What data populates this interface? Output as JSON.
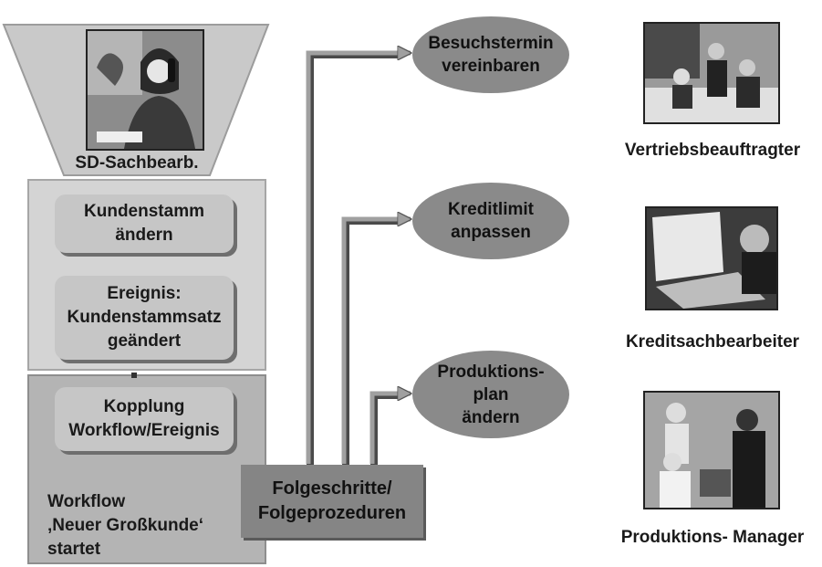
{
  "left_column": {
    "role_label": "SD-Sachbearb.",
    "box_kundenstamm": "Kundenstamm\nändern",
    "box_ereignis": "Ereignis:\nKundenstammsatz\ngeändert",
    "box_kopplung": "Kopplung\nWorkflow/Ereignis",
    "workflow_text": "Workflow\n‚Neuer Großkunde‘\nstartet"
  },
  "center": {
    "folge_box": "Folgeschritte/\nFolgeprozeduren"
  },
  "steps": [
    {
      "label": "Besuchstermin\nvereinbaren",
      "role": "Vertriebsbeauftragter"
    },
    {
      "label": "Kreditlimit\nanpassen",
      "role": "Kreditsachbearbeiter"
    },
    {
      "label": "Produktions-\nplan\nändern",
      "role": "Produktions- Manager"
    }
  ],
  "colors": {
    "panel": "#d4d4d4",
    "panel_dark": "#b4b4b4",
    "box": "#c6c6c6",
    "ellipse": "#8a8a8a",
    "folge": "#858585",
    "arrow": "#9a9a9a"
  }
}
